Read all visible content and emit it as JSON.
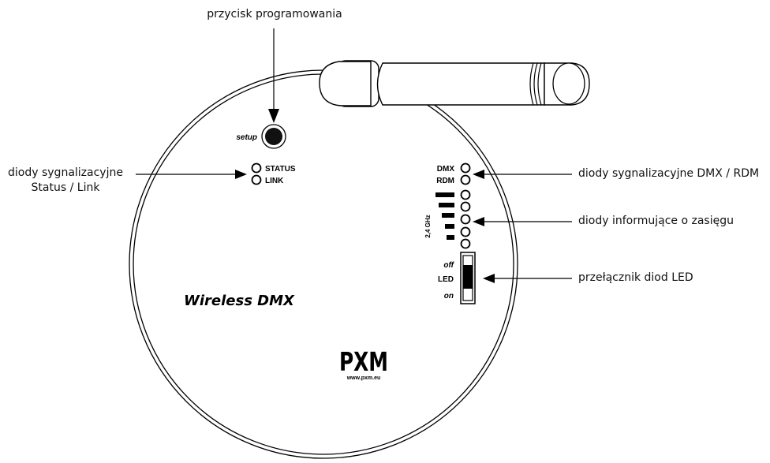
{
  "callouts": {
    "programming_button": "przycisk programowania",
    "status_link_line1": "diody sygnalizacyjne",
    "status_link_line2": "Status / Link",
    "dmx_rdm": "diody sygnalizacyjne DMX / RDM",
    "range": "diody informujące o zasięgu",
    "led_switch": "przełącznik diod LED"
  },
  "device": {
    "setup_label": "setup",
    "status_label": "STATUS",
    "link_label": "LINK",
    "dmx_label": "DMX",
    "rdm_label": "RDM",
    "band_label": "2,4 GHz",
    "switch_off_label": "off",
    "switch_led_label": "LED",
    "switch_on_label": "on",
    "product_name": "Wireless DMX",
    "logo_text": "PXM",
    "website": "www.pxm.eu"
  },
  "colors": {
    "outline": "#000000",
    "button_fill": "#111111",
    "background": "#ffffff"
  }
}
